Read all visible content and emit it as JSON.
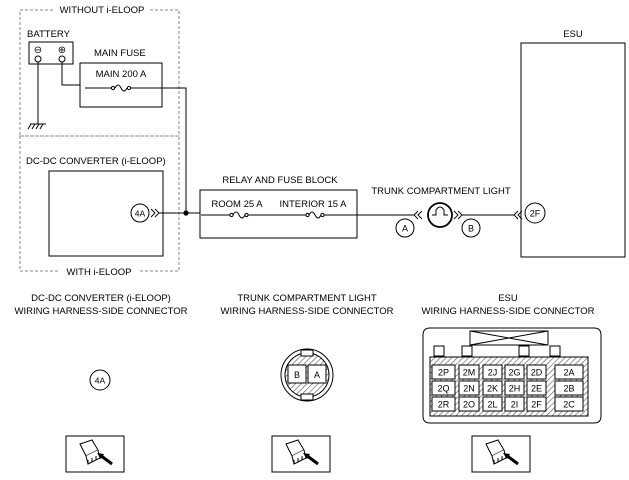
{
  "groups": {
    "without_ieloop": "WITHOUT i-ELOOP",
    "with_ieloop": "WITH i-ELOOP"
  },
  "components": {
    "battery": "BATTERY",
    "battery_minus": "⊖",
    "battery_plus": "⊕",
    "main_fuse": "MAIN FUSE",
    "main_fuse_rating": "MAIN 200 A",
    "dcdc": "DC-DC CONVERTER (i-ELOOP)",
    "dcdc_terminal": "4A",
    "relay_block": "RELAY AND FUSE BLOCK",
    "room_fuse": "ROOM 25 A",
    "interior_fuse": "INTERIOR 15 A",
    "trunk_light": "TRUNK COMPARTMENT LIGHT",
    "trunk_terminal_a": "A",
    "trunk_terminal_b": "B",
    "esu": "ESU",
    "esu_terminal": "2F"
  },
  "connectors": {
    "dcdc_title_1": "DC-DC CONVERTER (i-ELOOP)",
    "dcdc_title_2": "WIRING HARNESS-SIDE CONNECTOR",
    "dcdc_pin": "4A",
    "trunk_title_1": "TRUNK COMPARTMENT LIGHT",
    "trunk_title_2": "WIRING HARNESS-SIDE CONNECTOR",
    "trunk_pins": [
      "B",
      "A"
    ],
    "esu_title_1": "ESU",
    "esu_title_2": "WIRING HARNESS-SIDE CONNECTOR",
    "esu_pins": [
      "2P",
      "2M",
      "2J",
      "2G",
      "2D",
      "2A",
      "2Q",
      "2N",
      "2K",
      "2H",
      "2E",
      "2B",
      "2R",
      "2O",
      "2L",
      "2I",
      "2F",
      "2C"
    ]
  },
  "colors": {
    "line": "#000000",
    "hatch": "#444444",
    "dash": "#888888"
  }
}
